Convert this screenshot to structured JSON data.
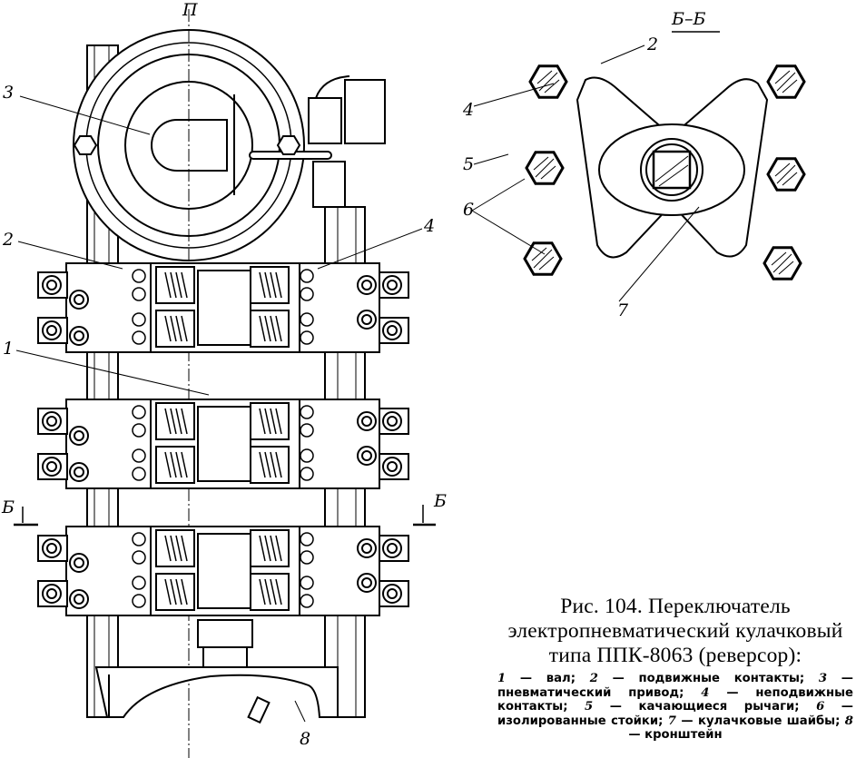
{
  "figure": {
    "number_label": "Рис. 104.",
    "title_line": "Переключатель электропневматический кулачковый типа ППК-8063 (реверсор):",
    "legend": [
      {
        "num": "1",
        "text": "вал"
      },
      {
        "num": "2",
        "text": "подвижные контакты"
      },
      {
        "num": "3",
        "text": "пневматический привод"
      },
      {
        "num": "4",
        "text": "неподвижные контакты"
      },
      {
        "num": "5",
        "text": "качающиеся рычаги"
      },
      {
        "num": "6",
        "text": "изолированные стойки"
      },
      {
        "num": "7",
        "text": "кулачковые шайбы"
      },
      {
        "num": "8",
        "text": "кронштейн"
      }
    ]
  },
  "main_view": {
    "view_label": "П",
    "section_marks": [
      "Б",
      "Б"
    ],
    "callouts": [
      "3",
      "2",
      "4",
      "1",
      "8"
    ]
  },
  "section_view": {
    "title": "Б–Б",
    "callouts": [
      "2",
      "4",
      "5",
      "6",
      "7"
    ]
  },
  "colors": {
    "ink": "#000000",
    "paper": "#ffffff"
  }
}
